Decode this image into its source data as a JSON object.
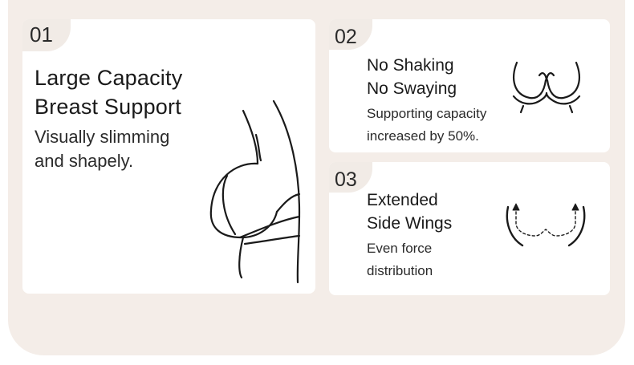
{
  "features": [
    {
      "number": "01",
      "title_line1": "Large Capacity",
      "title_line2": "Breast Support",
      "sub_line1": "Visually slimming",
      "sub_line2": "and shapely.",
      "illustration": "bra-side-view-illustration"
    },
    {
      "number": "02",
      "title_line1": "No Shaking",
      "title_line2": "No Swaying",
      "sub_line1": "Supporting capacity",
      "sub_line2": "increased by 50%.",
      "icon": "bra-cups-icon"
    },
    {
      "number": "03",
      "title_line1": "Extended",
      "title_line2": "Side Wings",
      "sub_line1": "Even force",
      "sub_line2": "distribution",
      "icon": "side-wings-arrows-icon"
    }
  ],
  "colors": {
    "panel_background": "#f4ede8",
    "card_background": "#ffffff",
    "text": "#1a1a1a"
  }
}
